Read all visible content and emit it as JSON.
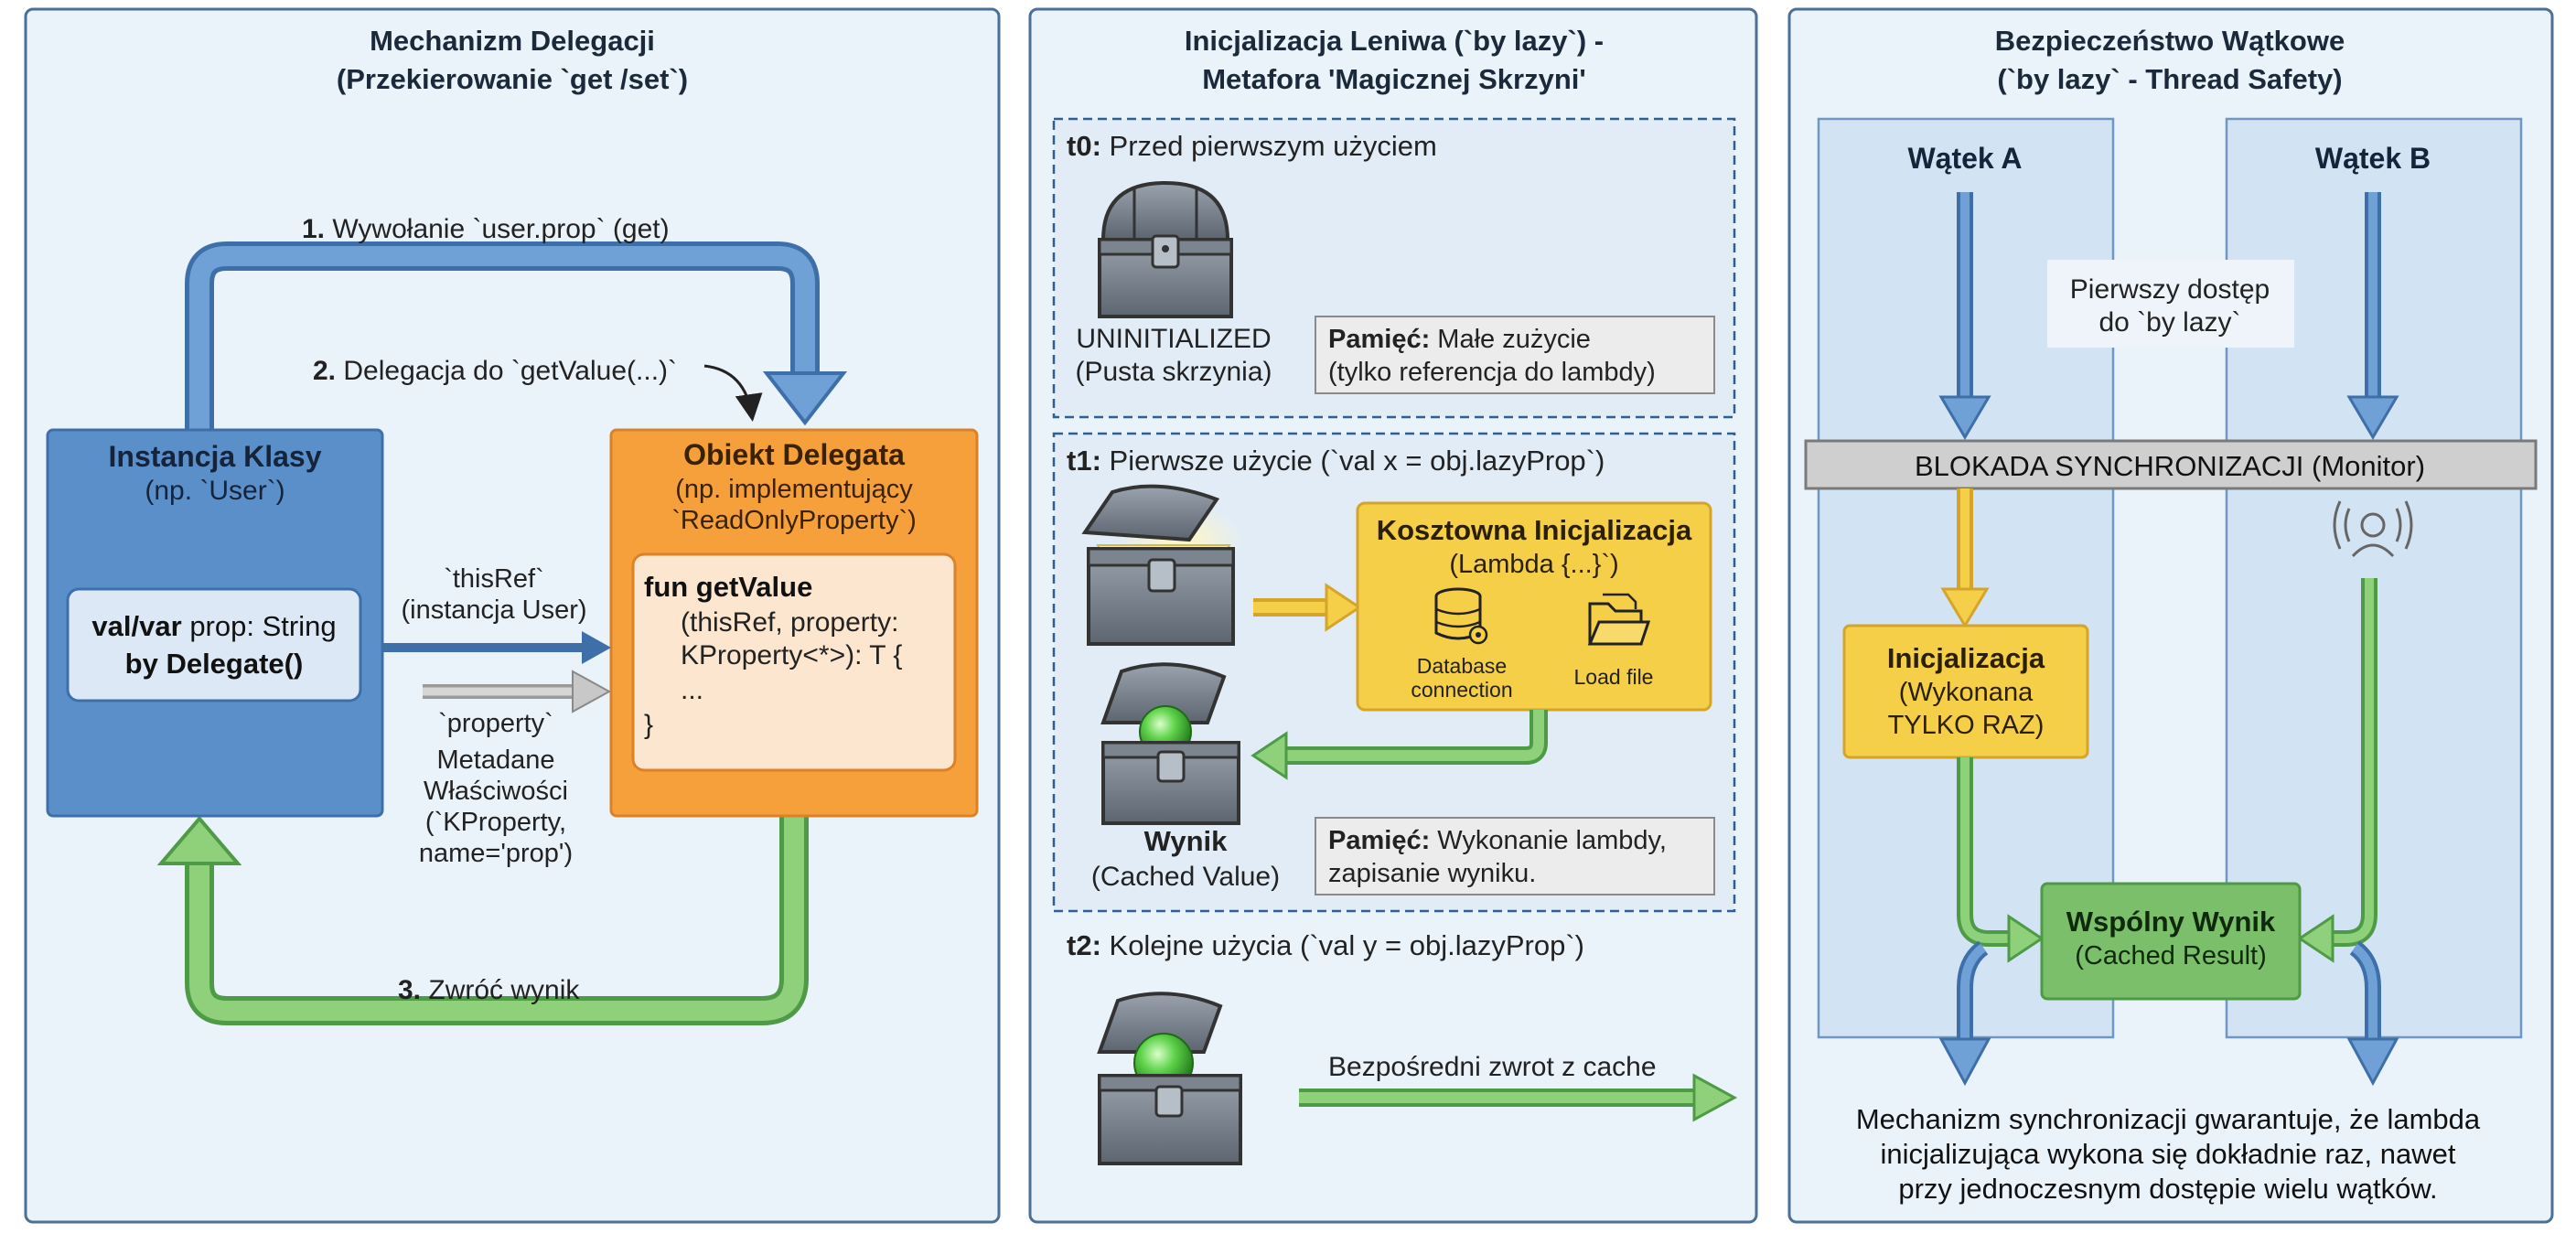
{
  "panel1": {
    "title_line1": "Mechanizm Delegacji",
    "title_line2": "(Przekierowanie `get /set`)",
    "step1_num": "1.",
    "step1_text": "Wywołanie `user.prop` (get)",
    "step2_num": "2.",
    "step2_text": "Delegacja do `getValue(...)`",
    "step3_num": "3.",
    "step3_text": "Zwróć wynik",
    "class_box": {
      "title": "Instancja Klasy",
      "subtitle": "(np. `User`)",
      "code_line1_kw": "val/var",
      "code_line1_rest": "prop: String",
      "code_line2": "by Delegate()"
    },
    "delegate_box": {
      "title": "Obiekt Delegata",
      "subtitle1": "(np. implementujący",
      "subtitle2": "`ReadOnlyProperty`)",
      "code_line1": "fun getValue",
      "code_line2": "(thisRef, property:",
      "code_line3": "KProperty<*>): T {",
      "code_line4": "...",
      "code_line5": "}"
    },
    "thisref_label1": "`thisRef`",
    "thisref_label2": "(instancja User)",
    "property_label1": "`property`",
    "property_label2": "Metadane",
    "property_label3": "Właściwości",
    "property_label4": "(`KProperty,",
    "property_label5": "name='prop')"
  },
  "panel2": {
    "title_line1": "Inicjalizacja Leniwa (`by lazy`) -",
    "title_line2": "Metafora 'Magicznej Skrzyni'",
    "t0_label": "t0:",
    "t0_text": "Przed pierwszym użyciem",
    "uninit_line1": "UNINITIALIZED",
    "uninit_line2": "(Pusta skrzynia)",
    "mem0_label": "Pamięć:",
    "mem0_text1": "Małe zużycie",
    "mem0_text2": "(tylko referencja do lambdy)",
    "t1_label": "t1:",
    "t1_text": "Pierwsze użycie (`val x = obj.lazyProp`)",
    "costly_title": "Kosztowna Inicjalizacja",
    "costly_sub": "(Lambda {...}`)",
    "db_label1": "Database",
    "db_label2": "connection",
    "file_label": "Load file",
    "result_title": "Wynik",
    "result_sub": "(Cached Value)",
    "mem1_label": "Pamięć:",
    "mem1_text1": "Wykonanie lambdy,",
    "mem1_text2": "zapisanie wyniku.",
    "t2_label": "t2:",
    "t2_text": "Kolejne użycia (`val y = obj.lazyProp`)",
    "direct_return": "Bezpośredni zwrot z cache"
  },
  "panel3": {
    "title_line1": "Bezpieczeństwo Wątkowe",
    "title_line2": "(`by lazy` - Thread Safety)",
    "thread_a": "Wątek A",
    "thread_b": "Wątek B",
    "first_access1": "Pierwszy dostęp",
    "first_access2": "do `by lazy`",
    "lock_label": "BLOKADA SYNCHRONIZACJI (Monitor)",
    "init_title": "Inicjalizacja",
    "init_sub1": "(Wykonana",
    "init_sub2": "TYLKO RAZ)",
    "shared_title": "Wspólny Wynik",
    "shared_sub": "(Cached Result)",
    "footer1": "Mechanizm synchronizacji gwarantuje, że lambda",
    "footer2": "inicjalizująca wykona się dokładnie raz, nawet",
    "footer3": "przy jednoczesnym dostępie wielu wątków."
  },
  "colors": {
    "blue": "#5b8fc9",
    "blue_dark": "#3f6fa8",
    "orange": "#f6a03c",
    "orange_dark": "#d9822b",
    "green": "#7cbf6a",
    "green_dark": "#4f9a46",
    "yellow": "#f5cf48",
    "yellow_dark": "#d4a52a",
    "panel_bg": "#eaf2fa",
    "panel_border": "#4b6f95"
  }
}
